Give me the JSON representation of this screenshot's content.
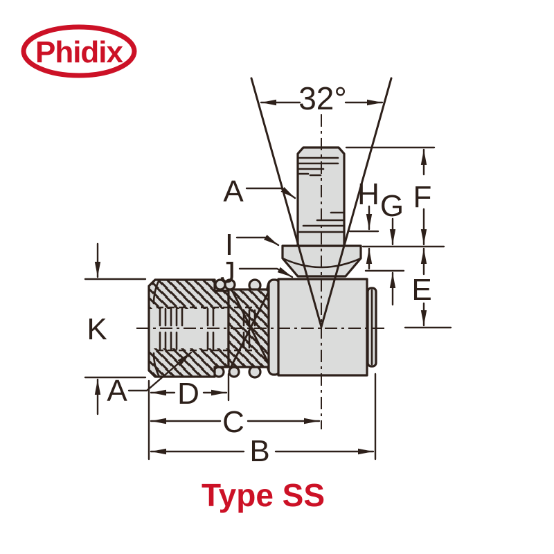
{
  "logo": {
    "text": "Phidix"
  },
  "caption": {
    "text": "Type SS"
  },
  "angle": {
    "value": "32°"
  },
  "labels": {
    "a_top": "A",
    "i": "I",
    "j": "J",
    "k": "K",
    "a_bottom": "A",
    "d": "D",
    "c": "C",
    "b": "B",
    "f": "F",
    "h": "H",
    "g": "G",
    "e": "E"
  },
  "colors": {
    "accent_red": "#cc1126",
    "line": "#2d201a",
    "part_fill": "#dbdcdb",
    "background": "#ffffff"
  }
}
